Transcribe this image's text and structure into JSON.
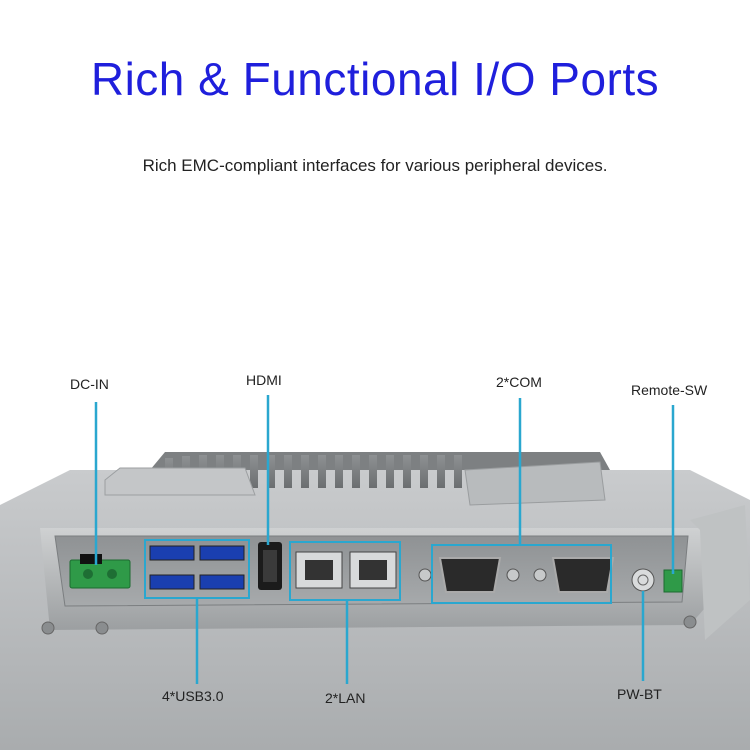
{
  "header": {
    "title": "Rich & Functional I/O Ports",
    "subtitle": "Rich EMC-compliant interfaces for various peripheral devices."
  },
  "colors": {
    "title": "#1f1fdc",
    "callout": "#2aa7cf",
    "chassis": "#b9bcbe",
    "panel": "#9ea1a3"
  },
  "ports": {
    "dc_in": "DC-IN",
    "hdmi": "HDMI",
    "com": "2*COM",
    "remote_sw": "Remote-SW",
    "usb": "4*USB3.0",
    "lan": "2*LAN",
    "pw_bt": "PW-BT"
  }
}
